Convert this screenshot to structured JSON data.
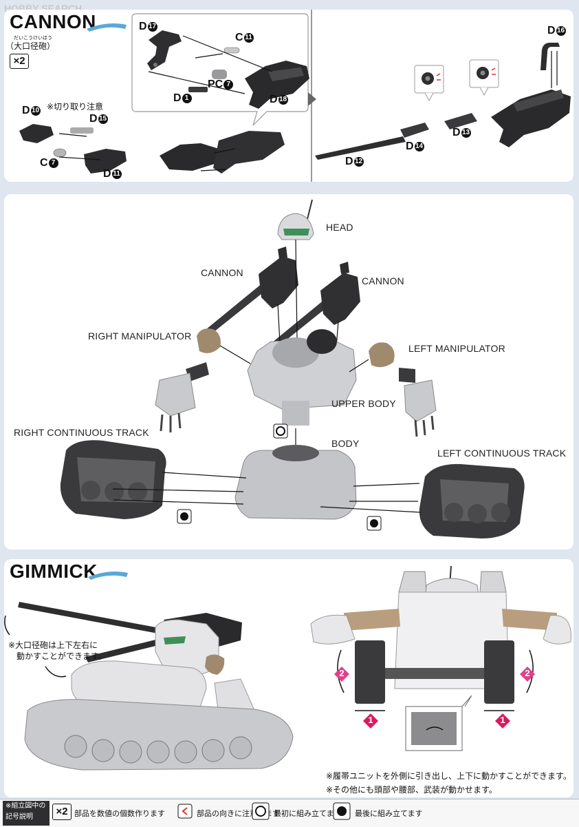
{
  "watermark": "HOBBY SEARCH",
  "cannon_section": {
    "title": "CANNON",
    "subtitle_ruby": "だいこうけいほう",
    "subtitle": "（大口径砲）",
    "multiplier": "×2",
    "parts": {
      "d17": {
        "prefix": "D",
        "num": "17"
      },
      "c11": {
        "prefix": "C",
        "num": "11"
      },
      "pc7": {
        "prefix": "PC",
        "num": "7"
      },
      "d1": {
        "prefix": "D",
        "num": "1"
      },
      "d18": {
        "prefix": "D",
        "num": "18"
      },
      "d10": {
        "prefix": "D",
        "num": "10"
      },
      "d15": {
        "prefix": "D",
        "num": "15"
      },
      "c7": {
        "prefix": "C",
        "num": "7"
      },
      "d11": {
        "prefix": "D",
        "num": "11"
      },
      "d16": {
        "prefix": "D",
        "num": "16"
      },
      "d12": {
        "prefix": "D",
        "num": "12"
      },
      "d14": {
        "prefix": "D",
        "num": "14"
      },
      "d13": {
        "prefix": "D",
        "num": "13"
      }
    },
    "cut_note": "※切り取り注意"
  },
  "assembly_section": {
    "labels": {
      "head": "HEAD",
      "cannon_left": "CANNON",
      "cannon_right": "CANNON",
      "right_manipulator": "RIGHT MANIPULATOR",
      "left_manipulator": "LEFT MANIPULATOR",
      "upper_body": "UPPER BODY",
      "body": "BODY",
      "right_track": "RIGHT CONTINUOUS TRACK",
      "left_track": "LEFT CONTINUOUS TRACK"
    }
  },
  "gimmick_section": {
    "title": "GIMMICK",
    "note_cannon_line1": "※大口径砲は上下左右に",
    "note_cannon_line2": "動かすことができます。",
    "step1": "1",
    "step2": "2",
    "note_track": "※履帯ユニットを外側に引き出し、上下に動かすことができます。",
    "note_other": "※その他にも頭部や腰部、武装が動かせます。"
  },
  "legend": {
    "title_line1": "※組立図中の",
    "title_line2": "記号説明",
    "x2": "×2",
    "x2_text": "部品を数値の個数作ります",
    "orient_text": "部品の向きに注意します",
    "first_text": "最初に組み立てます",
    "last_text": "最後に組み立てます"
  },
  "colors": {
    "dark_part": "#2e2e30",
    "light_part": "#d4d4d6",
    "tan_part": "#a08a6e",
    "accent_blue": "#5aa8d8",
    "step_pink": "#e0408a",
    "step_magenta": "#d81b60",
    "background": "#dfe6f0"
  }
}
